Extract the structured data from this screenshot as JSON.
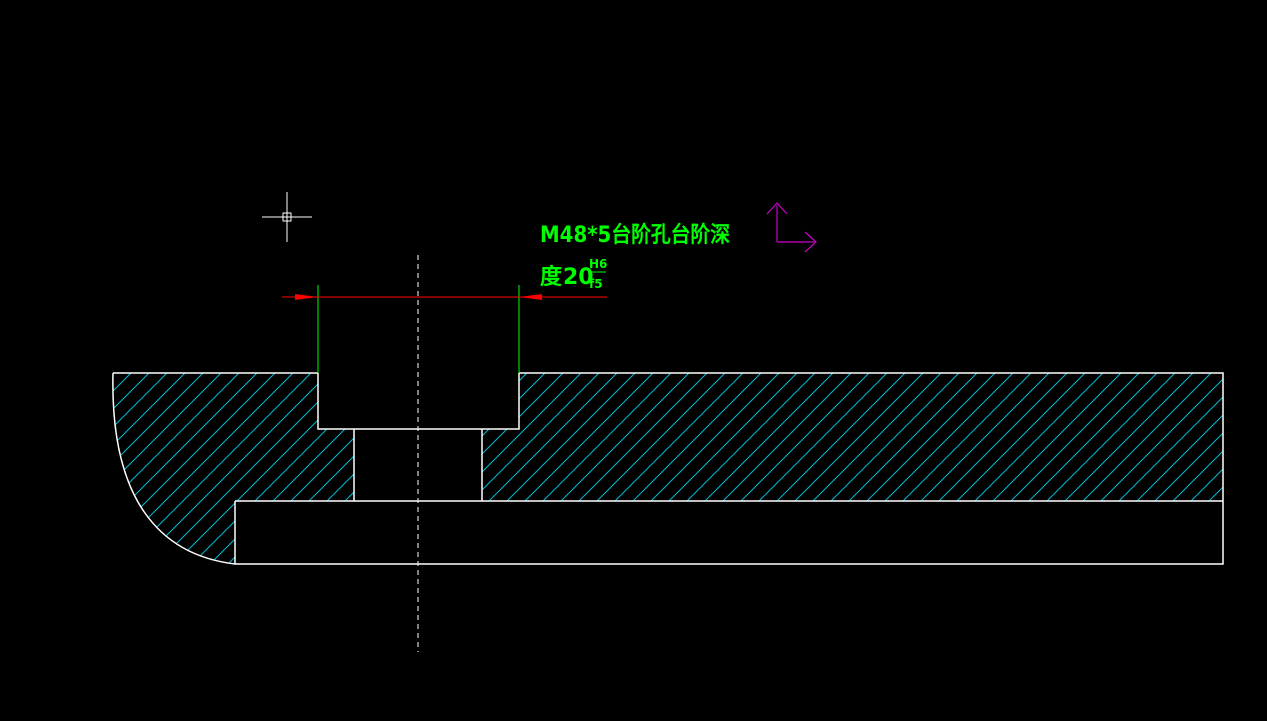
{
  "annotation": {
    "line1": "M48*5台阶孔台阶深",
    "line2_prefix": "度",
    "line2_value": "20",
    "tolerance_upper": "H6",
    "tolerance_lower": "f5"
  },
  "colors": {
    "background": "#000000",
    "outline": "#ffffff",
    "hatch": "#00bcd4",
    "dimension_line": "#ff0000",
    "extension_line": "#00ff00",
    "text": "#00ff00",
    "ucs_icon": "#cc00cc",
    "crosshair": "#ffffff"
  },
  "icons": {
    "cursor": "crosshair-cursor-icon",
    "ucs": "ucs-axis-icon"
  }
}
